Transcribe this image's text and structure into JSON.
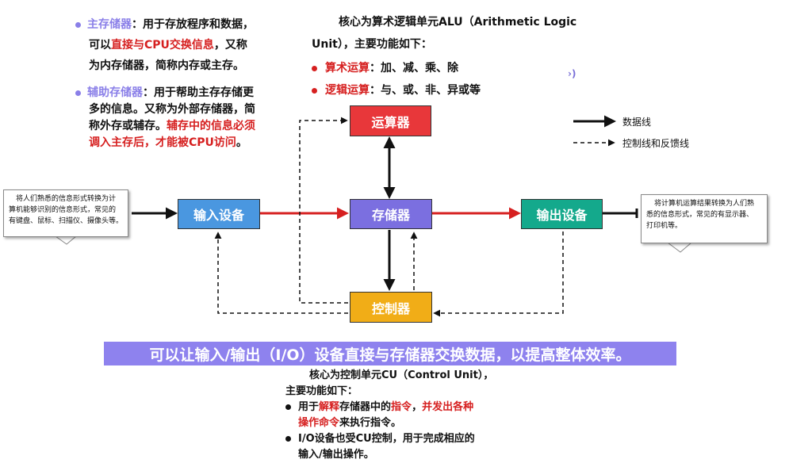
{
  "storage": {
    "main_term": "主存储器",
    "main_line1_rest": "：用于存放程序和数据，",
    "main_line2_pre": "可以",
    "main_line2_red": "直接与CPU交换信息",
    "main_line2_post": "，又称",
    "main_line3": "为内存储器，简称内存或主存。",
    "aux_term": "辅助存储器",
    "aux_line1_rest": "：用于帮助主存存储更",
    "aux_line2": "多的信息。又称为外部存储器，简",
    "aux_line3_pre": "称外存或辅存。",
    "aux_line3_red": "辅存中的信息必须",
    "aux_line4_red": "调入主存后，才能被CPU访问",
    "aux_line4_post": "。"
  },
  "alu": {
    "line1": "核心为算术逻辑单元ALU（Arithmetic Logic",
    "line2": "Unit），主要功能如下：",
    "item1_term": "算术运算",
    "item1_rest": "：加、减、乘、除",
    "item2_term": "逻辑运算",
    "item2_rest": "：与、或、非、异或等",
    "stray": "›)"
  },
  "legend": {
    "data_line": "数据线",
    "control_line": "控制线和反馈线"
  },
  "boxes": {
    "alu": "运算器",
    "input": "输入设备",
    "memory": "存储器",
    "output": "输出设备",
    "controller": "控制器"
  },
  "callout_left": {
    "line1": "将人们熟悉的信息形式转换为计",
    "line2": "算机能够识别的信息形式，常见的",
    "line3": "有键盘、鼠标、扫描仪、摄像头等。"
  },
  "callout_right": {
    "line1": "将计算机运算结果转换为人们熟",
    "line2": "悉的信息形式，常见的有显示器、",
    "line3": "打印机等。"
  },
  "banner": "可以让输入/输出（I/O）设备直接与存储器交换数据，以提高整体效率。",
  "cu": {
    "line1": "核心为控制单元CU（Control Unit），",
    "line2": "主要功能如下：",
    "item1_pre": "用于",
    "item1_red1": "解释",
    "item1_mid": "存储器中的",
    "item1_red2": "指令",
    "item1_mid2": "，",
    "item1_red3": "并发出各种",
    "item1_line2_red": "操作命令",
    "item1_line2_post": "来执行指令。",
    "item2_line1": "I/O设备也受CU控制，用于完成相应的",
    "item2_line2": "输入/输出操作。"
  },
  "colors": {
    "alu_box": "#e8373a",
    "input_box": "#4a97e0",
    "memory_box": "#7b6fe0",
    "output_box": "#14a98c",
    "controller_box": "#f1ad17",
    "banner": "#8e82ee",
    "accent_red": "#d62020",
    "accent_purple": "#8a7fe8"
  }
}
